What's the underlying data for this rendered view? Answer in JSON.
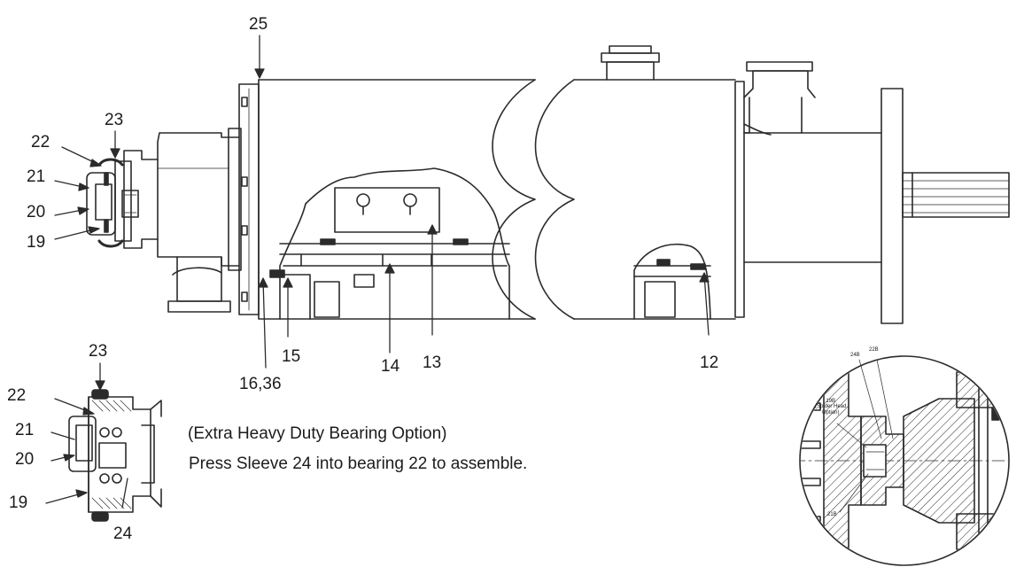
{
  "colors": {
    "line": "#2b2b2b",
    "text": "#1c1c1c",
    "background": "#ffffff"
  },
  "callouts": {
    "c25": "25",
    "c23_top": "23",
    "c22_top": "22",
    "c21_top": "21",
    "c20_top": "20",
    "c19_top": "19",
    "c13": "13",
    "c14": "14",
    "c15": "15",
    "c16_36": "16,36",
    "c12": "12",
    "c23_bottom": "23",
    "c22_bottom": "22",
    "c21_bottom": "21",
    "c20_bottom": "20",
    "c19_bottom": "19",
    "c24": "24"
  },
  "detail_callouts": {
    "c24b": "24B",
    "c22b": "22B",
    "c19b_line1": "19B",
    "c19b_line2": "(Spider Head",
    "c19b_line3": "Option)",
    "c21b": "21B"
  },
  "notes": {
    "line1": "(Extra Heavy Duty Bearing Option)",
    "line2": "Press Sleeve 24 into bearing 22 to assemble."
  }
}
